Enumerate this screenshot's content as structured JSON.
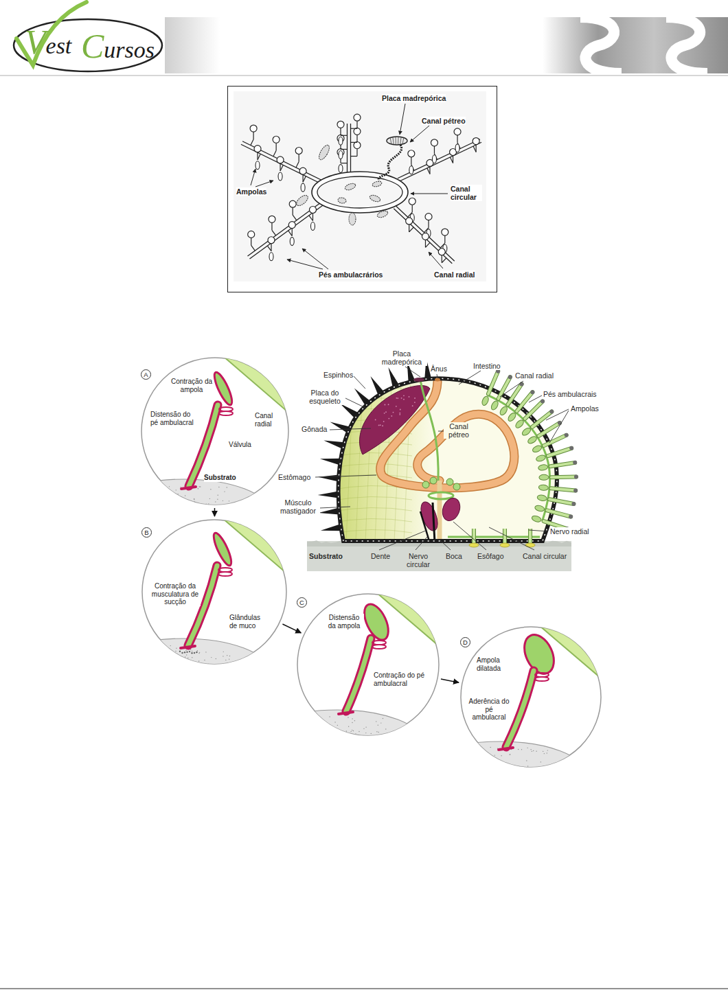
{
  "diagram": {
    "nodes": [
      {
        "text": [
          "Placa madrepórica",
          "Canal pétreo",
          "Ampolas",
          "Canal circular",
          "Pés ambulacrários",
          "Canal radial"
        ]
      },
      {
        "text": [
          "A",
          "Contração da ampola",
          "Distensão do pé ambulacral",
          "Canal radial",
          "Válvula",
          "Substrato"
        ]
      },
      {
        "text": [
          "B",
          "Contração da musculatura de sucção",
          "Glândulas de muco"
        ]
      },
      {
        "text": [
          "C",
          "Distensão da ampola",
          "Contração do pé ambulacral"
        ]
      },
      {
        "text": [
          "D",
          "Ampola dilatada",
          "Aderência do pé ambulacral"
        ]
      }
    ],
    "edges": [
      {
        "from": 1,
        "to": 2,
        "arrow": "to"
      },
      {
        "from": 2,
        "to": 3,
        "arrow": "to"
      },
      {
        "from": 3,
        "to": 4,
        "arrow": "to"
      }
    ],
    "labels": [
      "Vest",
      "Cursos",
      "Placa madrepórica",
      "Ânus",
      "Intestino",
      "Espinhos",
      "Canal radial",
      "Placa do esqueleto",
      "Pés ambulacrais",
      "Ampolas",
      "Gônada",
      "Canal pétreo",
      "Estômago",
      "Músculo mastigador",
      "Nervo radial",
      "Substrato",
      "Dente",
      "Nervo circular",
      "Boca",
      "Esôfago",
      "Canal circular"
    ]
  }
}
